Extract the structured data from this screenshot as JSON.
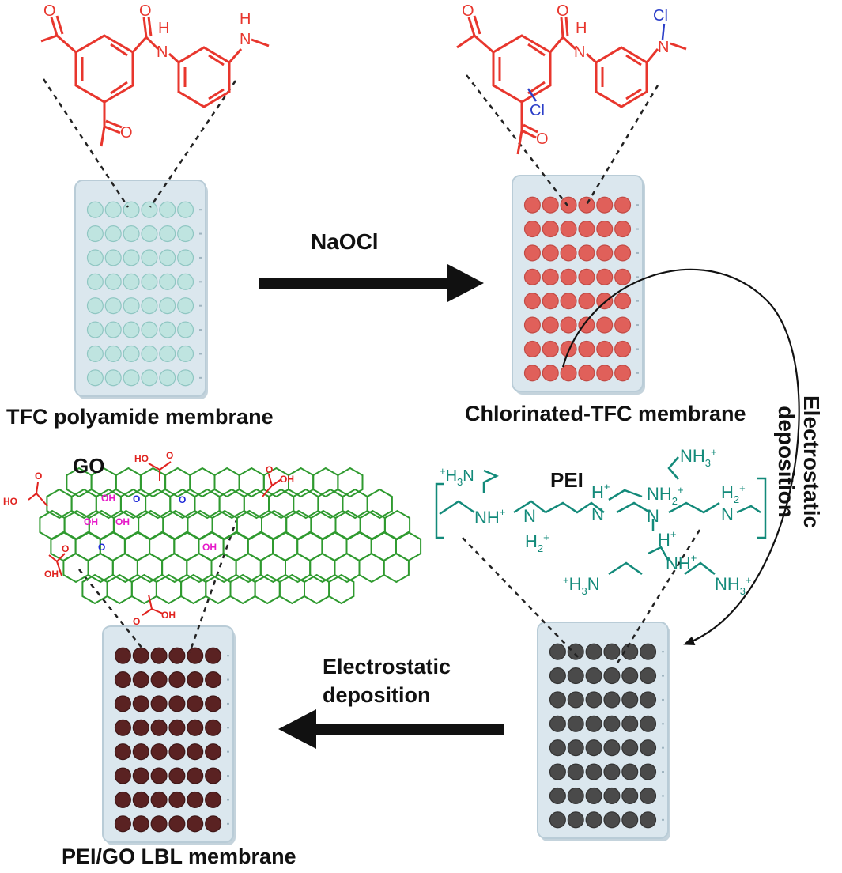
{
  "labels": {
    "tfc": "TFC polyamide membrane",
    "naocl": "NaOCl",
    "chlorinated": "Chlorinated-TFC membrane",
    "electrostatic_vertical_1": "Electrostatic",
    "electrostatic_vertical_2": "deposition",
    "pei": "PEI",
    "go": "GO",
    "electrostatic_bottom_1": "Electrostatic",
    "electrostatic_bottom_2": "deposition",
    "pei_go": "PEI/GO LBL membrane"
  },
  "chem": {
    "O": "O",
    "H": "H",
    "N": "N",
    "Cl": "Cl",
    "OH": "OH",
    "HO": "HO"
  },
  "plates": [
    {
      "id": "tfc",
      "rows": 8,
      "cols": 6,
      "well_color": "#bfe4e0",
      "well_stroke": "#8fc6c2"
    },
    {
      "id": "chlorinated",
      "rows": 8,
      "cols": 6,
      "well_color": "#e0605a",
      "well_stroke": "#c24a44"
    },
    {
      "id": "pei",
      "rows": 8,
      "cols": 6,
      "well_color": "#4a4a4a",
      "well_stroke": "#333333"
    },
    {
      "id": "pei-go",
      "rows": 8,
      "cols": 6,
      "well_color": "#5a2222",
      "well_stroke": "#3e1616"
    }
  ],
  "colors": {
    "polyamide": "#e8362d",
    "chlorine": "#2b3ec8",
    "pei": "#138a7a",
    "go_lattice": "#2f9a2f",
    "go_carboxyl": "#e0231f",
    "go_hydroxyl": "#e619c8",
    "go_epoxy": "#1f2ad8",
    "plate_body": "#dbe7ee"
  }
}
